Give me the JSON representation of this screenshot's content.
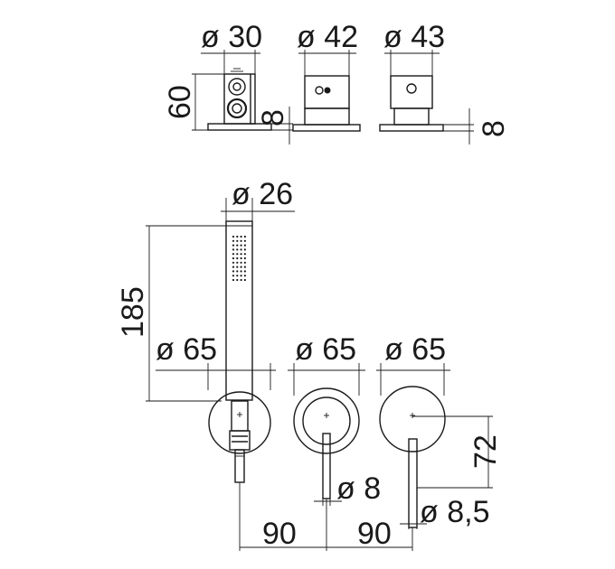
{
  "dimensions": {
    "top_w1": "ø 30",
    "top_w2": "ø 42",
    "top_w3": "ø 43",
    "top_h_left": "60",
    "top_plate_left": "8",
    "top_plate_right": "8",
    "shower_w": "ø 26",
    "shower_h": "185",
    "plate_a": "ø 65",
    "plate_b": "ø 65",
    "plate_c": "ø 65",
    "offset_h": "72",
    "lever_a": "ø 8",
    "lever_b": "ø 8,5",
    "spacing_a": "90",
    "spacing_b": "90"
  },
  "colors": {
    "ink": "#1a1a1a",
    "paper": "#ffffff"
  }
}
